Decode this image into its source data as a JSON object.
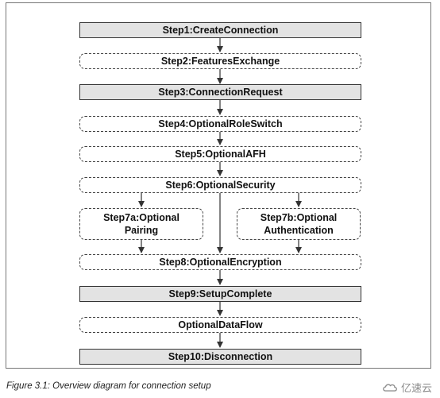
{
  "steps": {
    "step1": "Step1:CreateConnection",
    "step2": "Step2:FeaturesExchange",
    "step3": "Step3:ConnectionRequest",
    "step4": "Step4:OptionalRoleSwitch",
    "step5": "Step5:OptionalAFH",
    "step6": "Step6:OptionalSecurity",
    "step7a_line1": "Step7a:Optional",
    "step7a_line2": "Pairing",
    "step7b_line1": "Step7b:Optional",
    "step7b_line2": "Authentication",
    "step8": "Step8:OptionalEncryption",
    "step9": "Step9:SetupComplete",
    "data_flow": "OptionalDataFlow",
    "step10": "Step10:Disconnection"
  },
  "caption": "Figure 3.1:  Overview diagram for connection setup",
  "watermark": "亿速云",
  "colors": {
    "solid_box_fill": "#e3e3e3",
    "box_border": "#333333",
    "dashed_box_fill": "#ffffff"
  }
}
